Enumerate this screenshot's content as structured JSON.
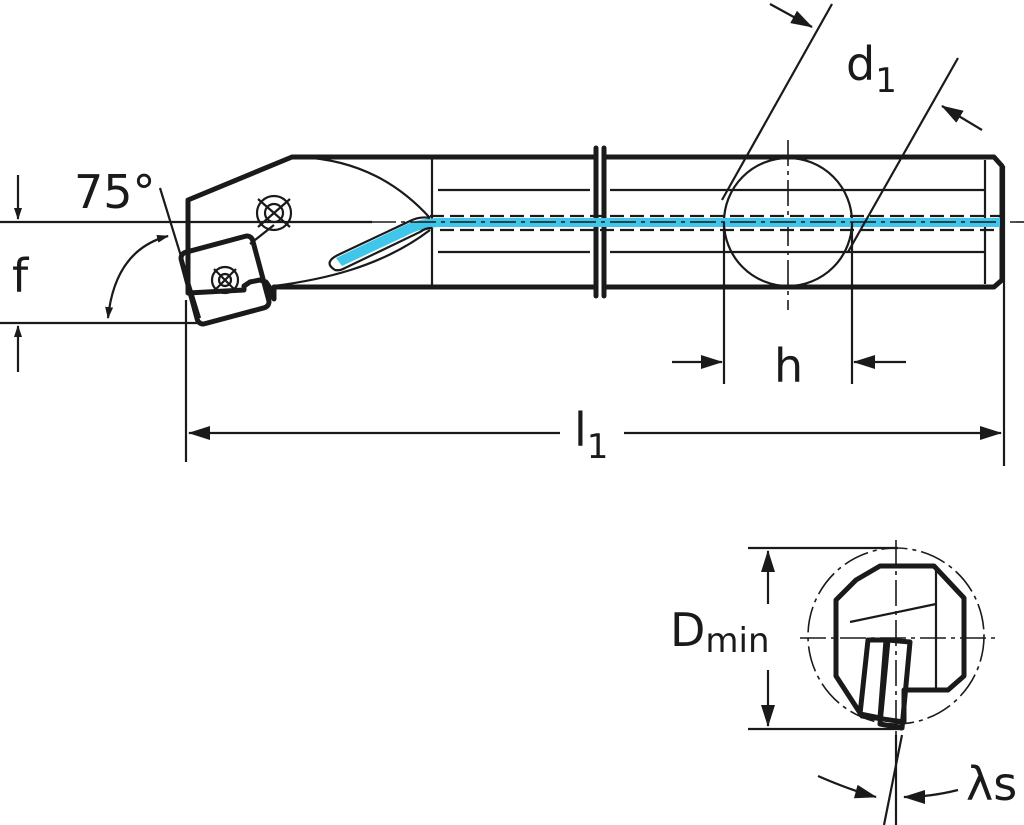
{
  "labels": {
    "angle": "75°",
    "f": "f",
    "d1_main": "d",
    "d1_sub": "1",
    "h": "h",
    "l1_main": "l",
    "l1_sub": "1",
    "dmin_main": "D",
    "dmin_sub": "min",
    "lambda_s": "λs"
  },
  "colors": {
    "body_fill": "#d6dcdf",
    "bore_fill": "#a9b0b4",
    "insert_fill": "#f6bd56",
    "coolant": "#3fc6ea",
    "line": "#1a1a1a"
  },
  "icons": {
    "clamp_screw": "crosshair-screw-icon",
    "insert_screw": "insert-screw-icon"
  }
}
